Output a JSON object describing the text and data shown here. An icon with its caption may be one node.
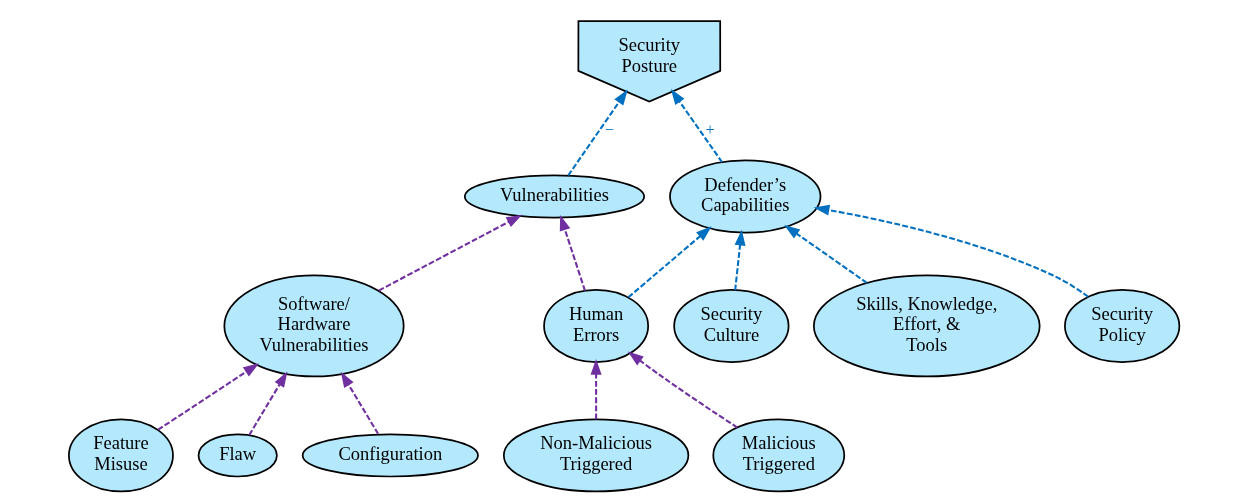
{
  "diagram": {
    "nodes": [
      {
        "text": [
          "Security Posture"
        ]
      },
      {
        "text": [
          "Vulnerabilities"
        ]
      },
      {
        "text": [
          "Defender’s Capabilities"
        ]
      },
      {
        "text": [
          "Software/ Hardware Vulnerabilities"
        ]
      },
      {
        "text": [
          "Human Errors"
        ]
      },
      {
        "text": [
          "Skills, Knowledge, Effort, & Tools"
        ]
      },
      {
        "text": [
          "Security Policy"
        ]
      },
      {
        "text": [
          "Flaw"
        ]
      },
      {
        "text": [
          "Configuration"
        ]
      },
      {
        "text": [
          "Feature Misuse"
        ]
      },
      {
        "text": [
          "Malicious Triggered"
        ]
      },
      {
        "text": [
          "Non-Malicious Triggered"
        ]
      },
      {
        "text": [
          "Security Culture"
        ]
      }
    ],
    "edges": [
      {
        "from": 1,
        "to": 0,
        "arrow": "to",
        "style": "dashed",
        "color": "#0070c0",
        "label": "−"
      },
      {
        "from": 2,
        "to": 0,
        "arrow": "to",
        "style": "dashed",
        "color": "#0070c0",
        "label": "+"
      },
      {
        "from": 3,
        "to": 1,
        "arrow": "to",
        "style": "dashed"
      },
      {
        "from": 4,
        "to": 1,
        "arrow": "to",
        "style": "dashed"
      },
      {
        "from": 4,
        "to": 2,
        "arrow": "to",
        "style": "dashed",
        "color": "#0070c0"
      },
      {
        "from": 5,
        "to": 2,
        "arrow": "to",
        "style": "dashed",
        "color": "#0070c0"
      },
      {
        "from": 6,
        "to": 2,
        "arrow": "to",
        "style": "dashed",
        "color": "#0070c0"
      },
      {
        "from": 12,
        "to": 2,
        "arrow": "to",
        "style": "dashed",
        "color": "#0070c0"
      },
      {
        "from": 7,
        "to": 3,
        "arrow": "to",
        "style": "dashed"
      },
      {
        "from": 8,
        "to": 3,
        "arrow": "to",
        "style": "dashed"
      },
      {
        "from": 9,
        "to": 3,
        "arrow": "to",
        "style": "dashed"
      },
      {
        "from": 10,
        "to": 4,
        "arrow": "to",
        "style": "dashed"
      },
      {
        "from": 11,
        "to": 4,
        "arrow": "to",
        "style": "dashed"
      }
    ]
  }
}
